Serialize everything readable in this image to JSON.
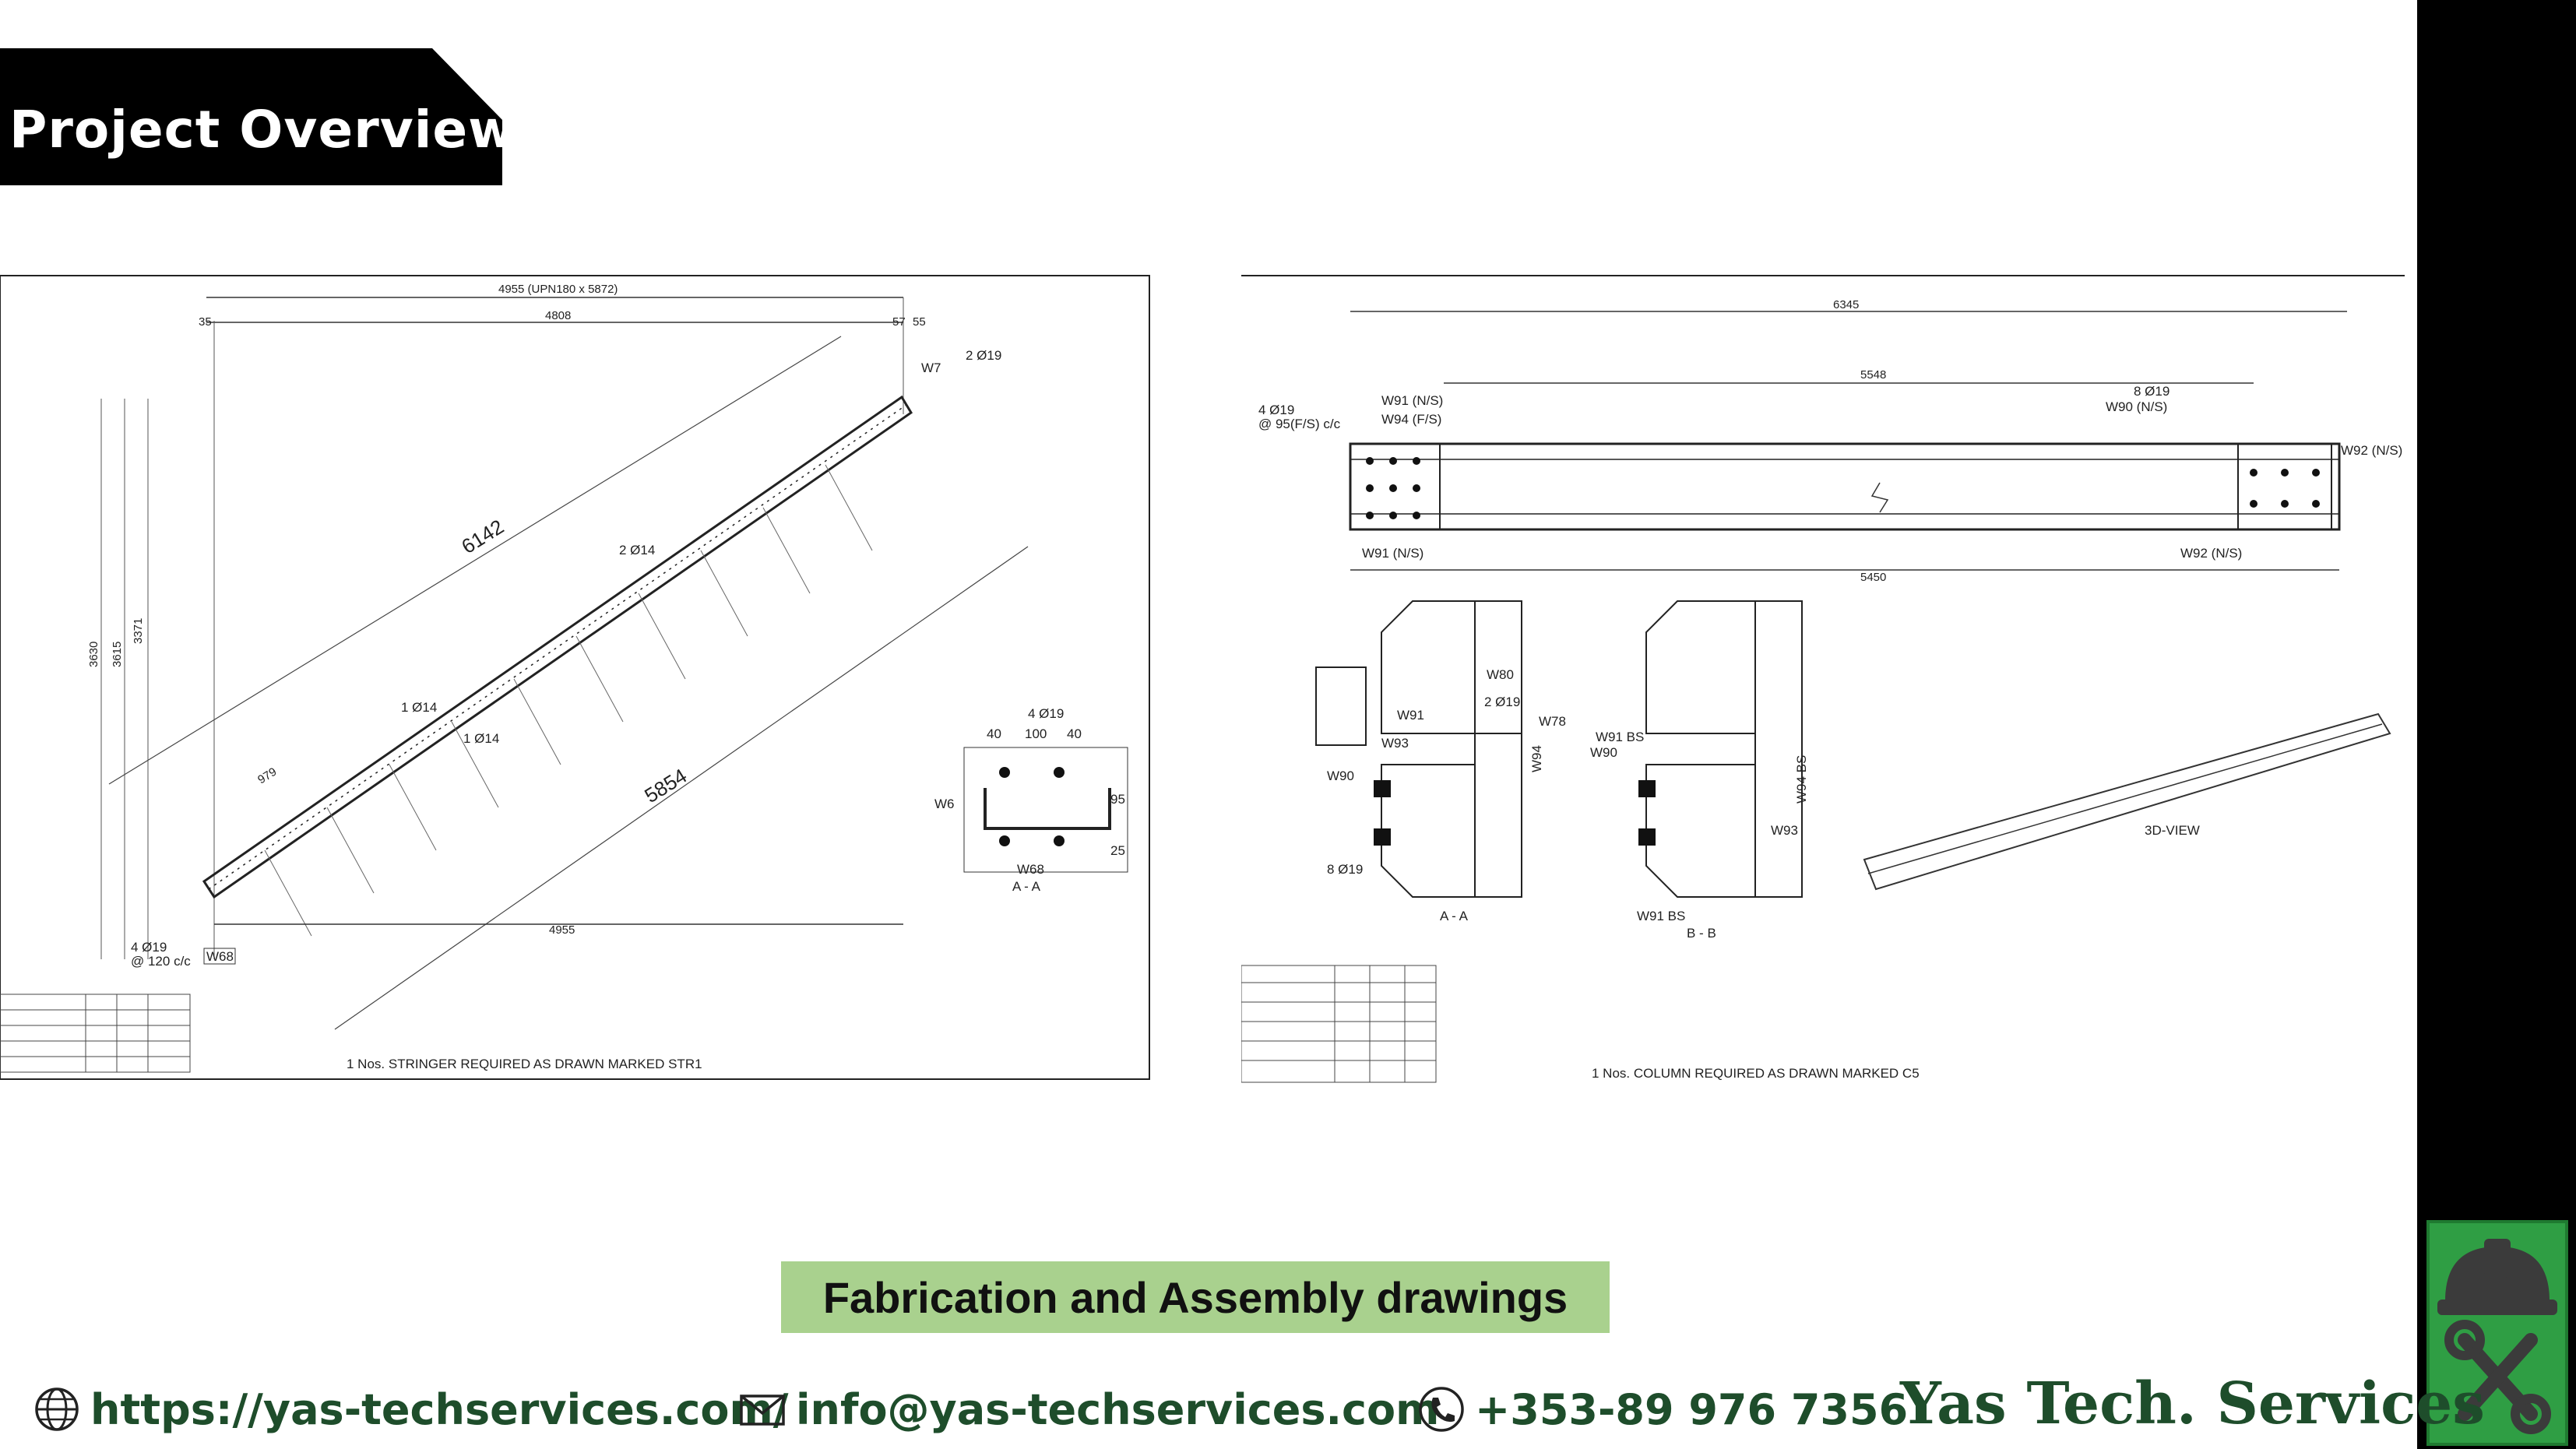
{
  "header": {
    "title": "Project Overview"
  },
  "drawings": {
    "left": {
      "top_dim": "4955 (UPN180 x 5872)",
      "dim_4808": "4808",
      "dim_35": "35",
      "dim_57": "57",
      "dim_55": "55",
      "dim_6142": "6142",
      "dim_5854": "5854",
      "dim_bottom": "4955",
      "dim_3630": "3630",
      "dim_3615": "3615",
      "dim_3371": "3371",
      "dim_979": "979",
      "label_2d19": "2 Ø19",
      "label_w7": "W7",
      "label_2d14": "2 Ø14",
      "label_1d14a": "1 Ø14",
      "label_1d14b": "1 Ø14",
      "label_4d19": "4 Ø19",
      "label_spacing": "@ 120 c/c",
      "label_w68": "W68",
      "label_w6": "W6",
      "section_4d19": "4 Ø19",
      "section_40a": "40",
      "section_100": "100",
      "section_40b": "40",
      "section_95": "95",
      "section_25": "25",
      "section_w68": "W68",
      "section_title": "A - A",
      "footer_note": "1     Nos.  STRINGER     REQUIRED AS DRAWN MARKED   STR1"
    },
    "right": {
      "dim_6345": "6345",
      "dim_5548": "5548",
      "dim_5450": "5450",
      "label_4d19": "4 Ø19",
      "label_spacing": "@ 95(F/S) c/c",
      "label_w91ns": "W91 (N/S)",
      "label_w94fs": "W94 (F/S)",
      "label_w91ns_b": "W91 (N/S)",
      "label_w90ns": "W90 (N/S)",
      "label_8d19": "8 Ø19",
      "label_w92ns": "W92 (N/S)",
      "label_w92ns_b": "W92 (N/S)",
      "sec_a_title": "A - A",
      "sec_b_title": "B - B",
      "label_3dview": "3D-VIEW",
      "sec_w80": "W80",
      "sec_2d19": "2 Ø19",
      "sec_w91": "W91",
      "sec_w93": "W93",
      "sec_w90": "W90",
      "sec_8d19": "8 Ø19",
      "sec_w78": "W78",
      "sec_w94": "W94",
      "sec_w91bs": "W91 BS",
      "sec_w94bs": "W94 BS",
      "footer_note": "1     Nos.  COLUMN      REQUIRED AS DRAWN MARKED   C5"
    }
  },
  "caption": "Fabrication and Assembly drawings",
  "footer": {
    "website": "https://yas-techservices.com/",
    "email": "info@yas-techservices.com",
    "phone": "+353-89 976 7356",
    "brand": "Yas Tech. Services"
  },
  "icons": {
    "website": "globe-icon",
    "email": "envelope-icon",
    "phone": "phone-icon",
    "logo": "hardhat-wrench-logo"
  },
  "colors": {
    "accent_green": "#1e4d2b",
    "caption_bg": "#a9d18e",
    "logo_bg": "#2f9e44"
  }
}
